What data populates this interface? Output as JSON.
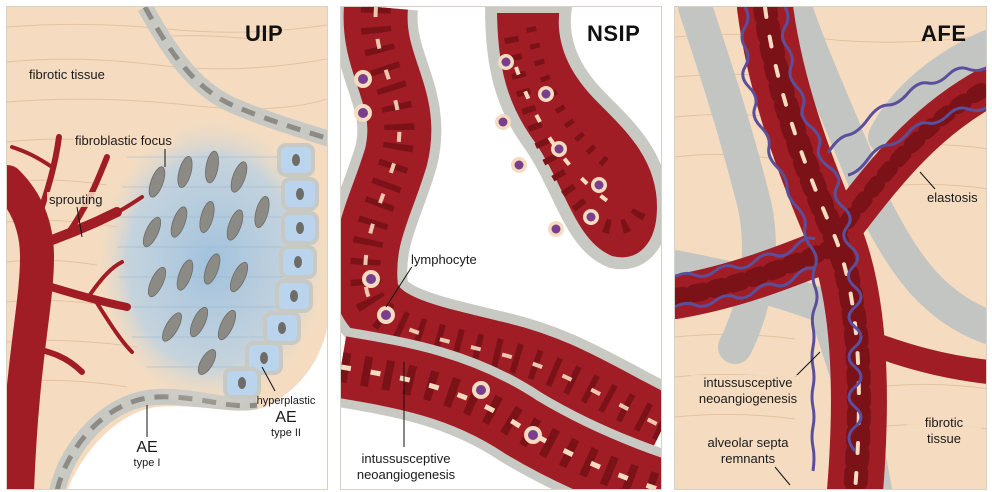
{
  "panels": {
    "uip": {
      "title": "UIP",
      "labels": {
        "fibrotic_tissue": "fibrotic tissue",
        "fibroblastic_focus": "fibroblastic focus",
        "sprouting": "sprouting",
        "hyperplastic": "hyperplastic",
        "ae_type2_main": "AE",
        "ae_type2_sub": "type II",
        "ae_type1_main": "AE",
        "ae_type1_sub": "type I"
      }
    },
    "nsip": {
      "title": "NSIP",
      "labels": {
        "lymphocyte": "lymphocyte",
        "intussusceptive": "intussusceptive",
        "neoangiogenesis": "neoangiogenesis"
      }
    },
    "afe": {
      "title": "AFE",
      "labels": {
        "elastosis": "elastosis",
        "intussusceptive": "intussusceptive",
        "neoangiogenesis": "neoangiogenesis",
        "fibrotic": "fibrotic",
        "tissue": "tissue",
        "alveolar_septa": "alveolar septa",
        "remnants": "remnants"
      }
    }
  },
  "colors": {
    "fibrotic_bg": "#f5dcc0",
    "vessel_red": "#a11d25",
    "vessel_dark": "#7a1218",
    "epithelium_gray": "#c9c9c4",
    "epithelium_nucleus": "#8c8b85",
    "focus_blue": "#a9c8e0",
    "cuboidal_blue": "#b9d4ec",
    "elastin_purple": "#5b4f9c",
    "lymphocyte_purple": "#7a3f8c"
  }
}
